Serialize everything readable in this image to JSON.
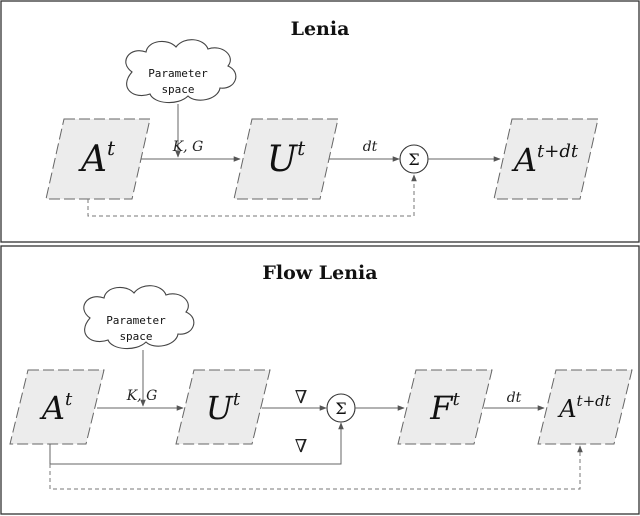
{
  "panels": [
    {
      "title": "Lenia",
      "cloud_line1": "Parameter",
      "cloud_line2": "space",
      "kg_label": "K, G",
      "dt_label": "dt",
      "sum_symbol": "Σ",
      "blocks": {
        "a_t": {
          "base": "A",
          "sup": "t"
        },
        "u_t": {
          "base": "U",
          "sup": "t"
        },
        "a_next": {
          "base": "A",
          "sup": "t+dt"
        }
      }
    },
    {
      "title": "Flow Lenia",
      "cloud_line1": "Parameter",
      "cloud_line2": "space",
      "kg_label": "K, G",
      "grad_top": "∇",
      "grad_bottom": "∇",
      "dt_label": "dt",
      "sum_symbol": "Σ",
      "blocks": {
        "a_t": {
          "base": "A",
          "sup": "t"
        },
        "u_t": {
          "base": "U",
          "sup": "t"
        },
        "f_t": {
          "base": "F",
          "sup": "t"
        },
        "a_next": {
          "base": "A",
          "sup": "t+dt"
        }
      }
    }
  ]
}
